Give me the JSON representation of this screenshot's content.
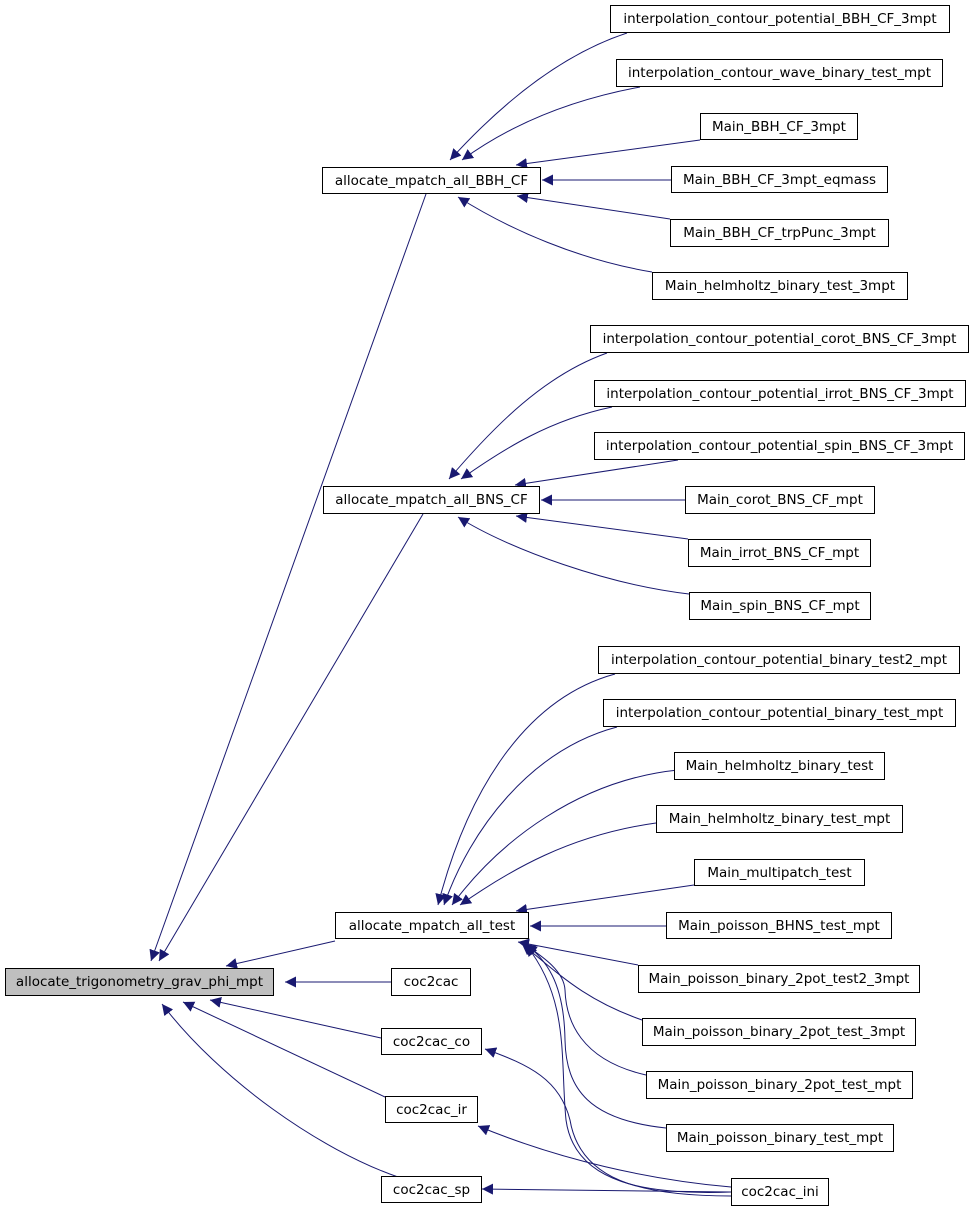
{
  "colors": {
    "edge": "#191970",
    "root_fill": "#bfbfbf",
    "node_fill": "#ffffff",
    "border": "#000000"
  },
  "nodes": {
    "root": "allocate_trigonometry_grav_phi_mpt",
    "bbh": "allocate_mpatch_all_BBH_CF",
    "bns": "allocate_mpatch_all_BNS_CF",
    "test": "allocate_mpatch_all_test",
    "coc": "coc2cac",
    "coc_co": "coc2cac_co",
    "coc_ir": "coc2cac_ir",
    "coc_sp": "coc2cac_sp",
    "coc_ini": "coc2cac_ini",
    "bbh1": "interpolation_contour_potential_BBH_CF_3mpt",
    "bbh2": "interpolation_contour_wave_binary_test_mpt",
    "bbh3": "Main_BBH_CF_3mpt",
    "bbh4": "Main_BBH_CF_3mpt_eqmass",
    "bbh5": "Main_BBH_CF_trpPunc_3mpt",
    "bbh6": "Main_helmholtz_binary_test_3mpt",
    "bns1": "interpolation_contour_potential_corot_BNS_CF_3mpt",
    "bns2": "interpolation_contour_potential_irrot_BNS_CF_3mpt",
    "bns3": "interpolation_contour_potential_spin_BNS_CF_3mpt",
    "bns4": "Main_corot_BNS_CF_mpt",
    "bns5": "Main_irrot_BNS_CF_mpt",
    "bns6": "Main_spin_BNS_CF_mpt",
    "t1": "interpolation_contour_potential_binary_test2_mpt",
    "t2": "interpolation_contour_potential_binary_test_mpt",
    "t3": "Main_helmholtz_binary_test",
    "t4": "Main_helmholtz_binary_test_mpt",
    "t5": "Main_multipatch_test",
    "t6": "Main_poisson_BHNS_test_mpt",
    "t7": "Main_poisson_binary_2pot_test2_3mpt",
    "t8": "Main_poisson_binary_2pot_test_3mpt",
    "t9": "Main_poisson_binary_2pot_test_mpt",
    "t10": "Main_poisson_binary_test_mpt"
  },
  "edges": [
    [
      "bbh",
      "root"
    ],
    [
      "bns",
      "root"
    ],
    [
      "test",
      "root"
    ],
    [
      "coc",
      "root"
    ],
    [
      "coc_co",
      "root"
    ],
    [
      "coc_ir",
      "root"
    ],
    [
      "coc_sp",
      "root"
    ],
    [
      "bbh1",
      "bbh"
    ],
    [
      "bbh2",
      "bbh"
    ],
    [
      "bbh3",
      "bbh"
    ],
    [
      "bbh4",
      "bbh"
    ],
    [
      "bbh5",
      "bbh"
    ],
    [
      "bbh6",
      "bbh"
    ],
    [
      "bns1",
      "bns"
    ],
    [
      "bns2",
      "bns"
    ],
    [
      "bns3",
      "bns"
    ],
    [
      "bns4",
      "bns"
    ],
    [
      "bns5",
      "bns"
    ],
    [
      "bns6",
      "bns"
    ],
    [
      "t1",
      "test"
    ],
    [
      "t2",
      "test"
    ],
    [
      "t3",
      "test"
    ],
    [
      "t4",
      "test"
    ],
    [
      "t5",
      "test"
    ],
    [
      "t6",
      "test"
    ],
    [
      "t7",
      "test"
    ],
    [
      "t8",
      "test"
    ],
    [
      "t9",
      "test"
    ],
    [
      "t10",
      "test"
    ],
    [
      "coc_ini",
      "test"
    ],
    [
      "coc_ini",
      "coc_co"
    ],
    [
      "coc_ini",
      "coc_ir"
    ],
    [
      "coc_ini",
      "coc_sp"
    ]
  ]
}
